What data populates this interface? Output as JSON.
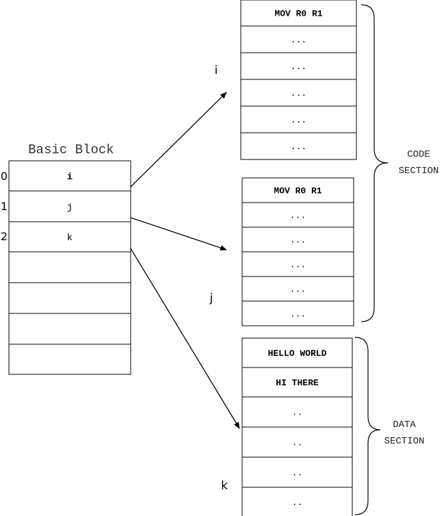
{
  "basic_block": {
    "title": "Basic Block",
    "indices": [
      "0",
      "1",
      "2"
    ],
    "cells": [
      "i",
      "j",
      "k",
      "",
      "",
      "",
      ""
    ]
  },
  "code_block_1": {
    "label": "i",
    "rows": [
      "MOV R0 R1",
      "...",
      "...",
      "...",
      "...",
      "..."
    ]
  },
  "code_block_2": {
    "label": "j",
    "rows": [
      "MOV R0 R1",
      "...",
      "...",
      "...",
      "...",
      "..."
    ]
  },
  "data_block": {
    "label": "k",
    "rows": [
      "HELLO WORLD",
      "HI THERE",
      "..",
      "..",
      "..",
      ".."
    ]
  },
  "code_section": {
    "line1": "CODE",
    "line2": "SECTION"
  },
  "data_section": {
    "line1": "DATA",
    "line2": "SECTION"
  }
}
